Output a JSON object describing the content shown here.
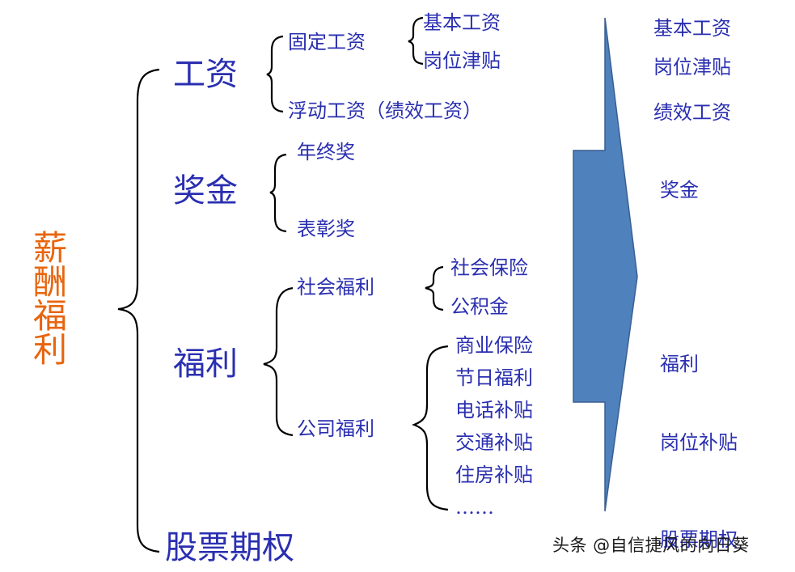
{
  "root": {
    "chars": [
      "薪",
      "酬",
      "福",
      "利"
    ]
  },
  "categories": {
    "salary": {
      "label": "工资",
      "fixed": {
        "label": "固定工资",
        "items": [
          "基本工资",
          "岗位津贴"
        ]
      },
      "floating": {
        "label": "浮动工资（绩效工资）"
      }
    },
    "bonus": {
      "label": "奖金",
      "items": [
        "年终奖",
        "表彰奖"
      ]
    },
    "welfare": {
      "label": "福利",
      "social": {
        "label": "社会福利",
        "items": [
          "社会保险",
          "公积金"
        ]
      },
      "company": {
        "label": "公司福利",
        "items": [
          "商业保险",
          "节日福利",
          "电话补贴",
          "交通补贴",
          "住房补贴",
          "……"
        ]
      }
    },
    "stock": {
      "label": "股票期权"
    }
  },
  "right_column": [
    "基本工资",
    "岗位津贴",
    "绩效工资",
    "奖金",
    "福利",
    "岗位补贴",
    "股票期权"
  ],
  "colors": {
    "text": "#2a2fb0",
    "root": "#e8650e",
    "arrow_fill": "#4f81bd",
    "arrow_stroke": "#3a5f8f",
    "bracket": "#000000"
  },
  "watermark": "头条 @自信捷风的向日葵"
}
